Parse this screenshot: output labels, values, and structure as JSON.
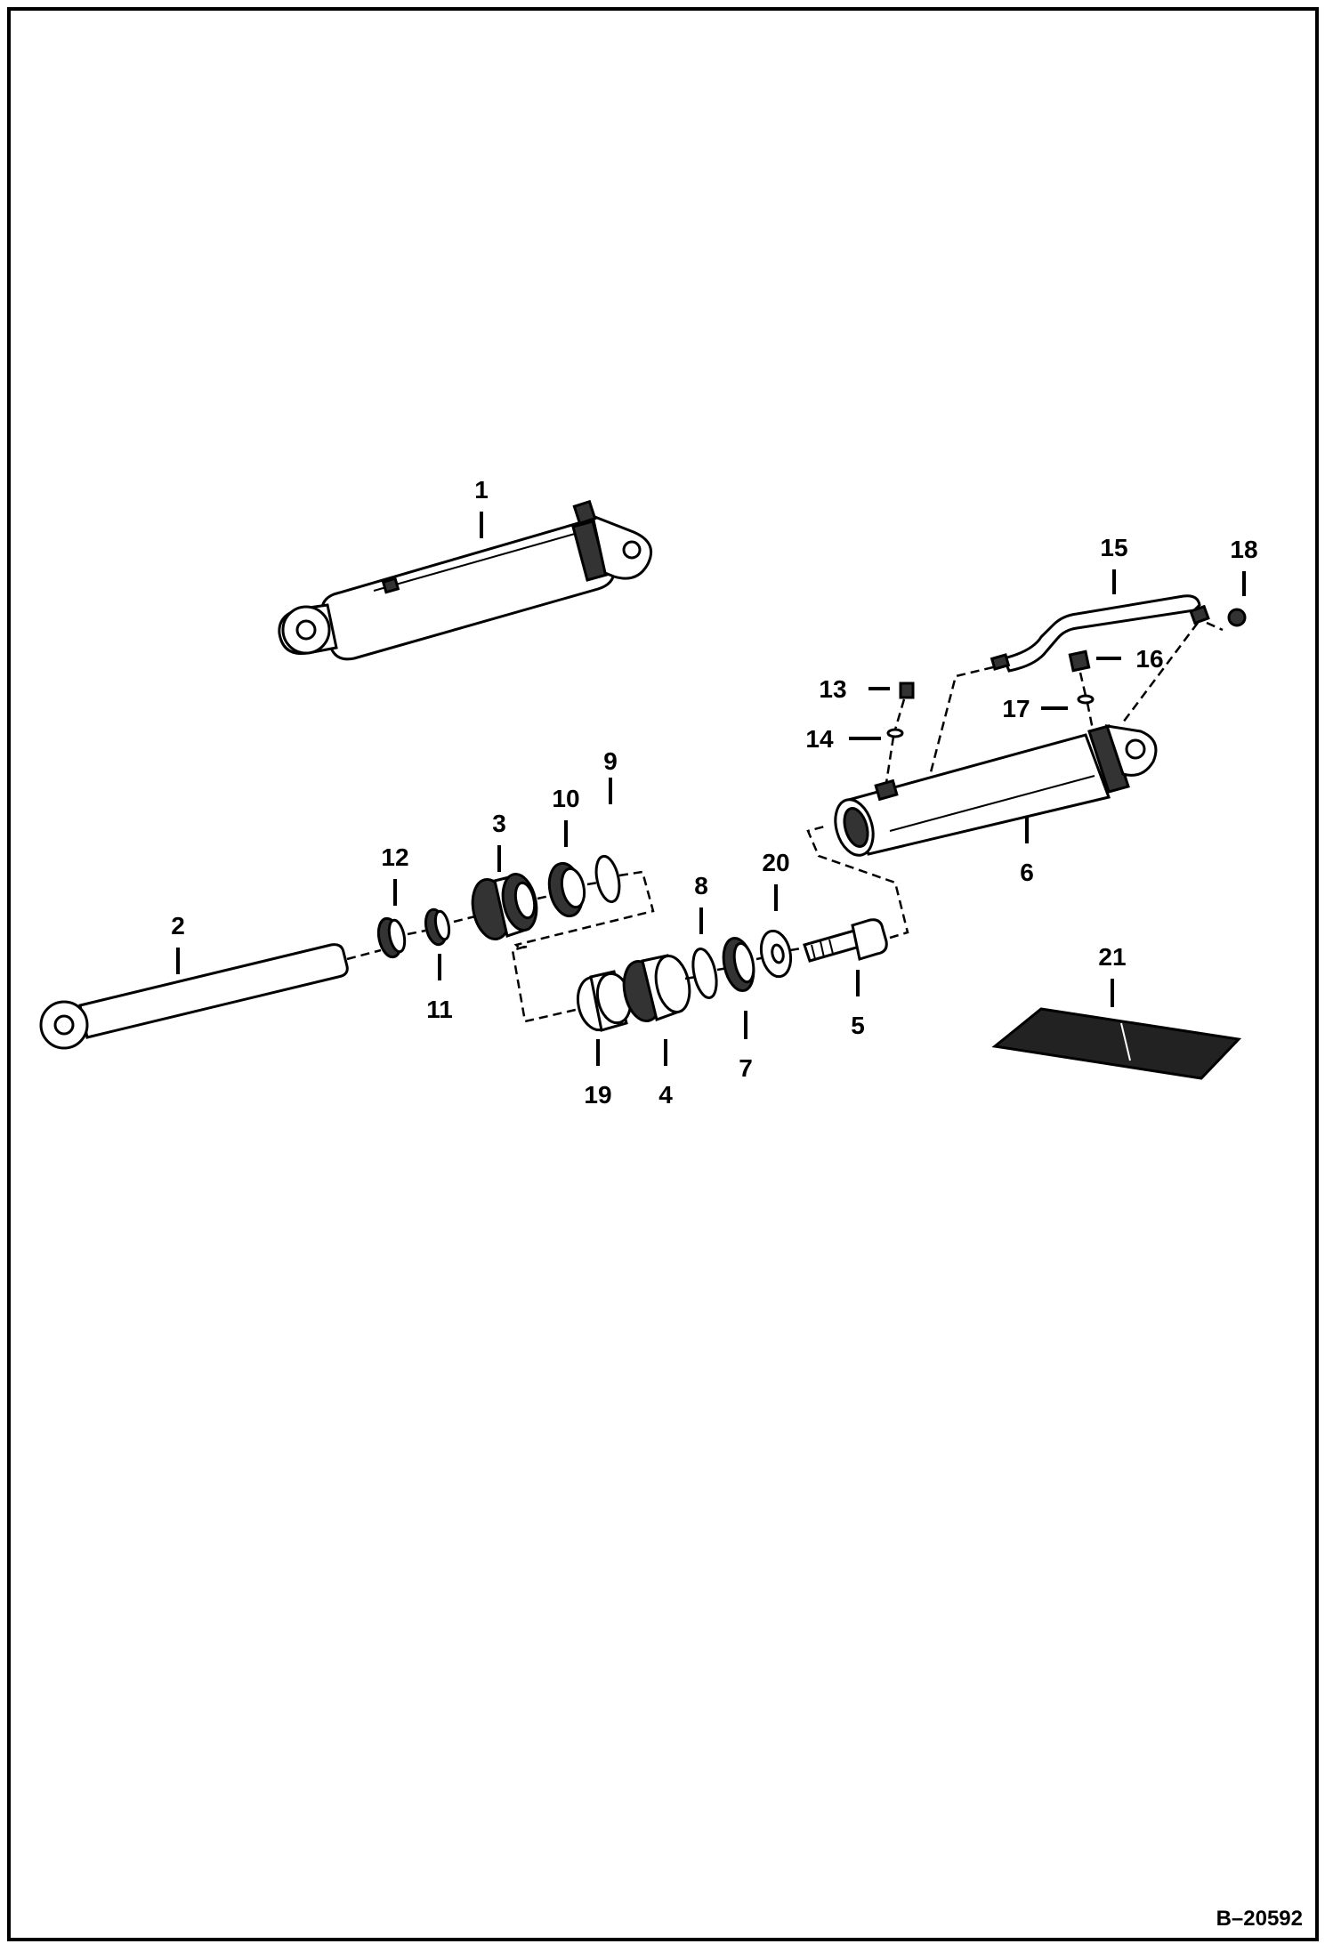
{
  "diagram_id": "B–20592",
  "callouts": [
    {
      "id": "1",
      "text": "1"
    },
    {
      "id": "2",
      "text": "2"
    },
    {
      "id": "3",
      "text": "3"
    },
    {
      "id": "4",
      "text": "4"
    },
    {
      "id": "5",
      "text": "5"
    },
    {
      "id": "6",
      "text": "6"
    },
    {
      "id": "7",
      "text": "7"
    },
    {
      "id": "8",
      "text": "8"
    },
    {
      "id": "9",
      "text": "9"
    },
    {
      "id": "10",
      "text": "10"
    },
    {
      "id": "11",
      "text": "11"
    },
    {
      "id": "12",
      "text": "12"
    },
    {
      "id": "13",
      "text": "13"
    },
    {
      "id": "14",
      "text": "14"
    },
    {
      "id": "15",
      "text": "15"
    },
    {
      "id": "16",
      "text": "16"
    },
    {
      "id": "17",
      "text": "17"
    },
    {
      "id": "18",
      "text": "18"
    },
    {
      "id": "19",
      "text": "19"
    },
    {
      "id": "20",
      "text": "20"
    },
    {
      "id": "21",
      "text": "21"
    }
  ]
}
